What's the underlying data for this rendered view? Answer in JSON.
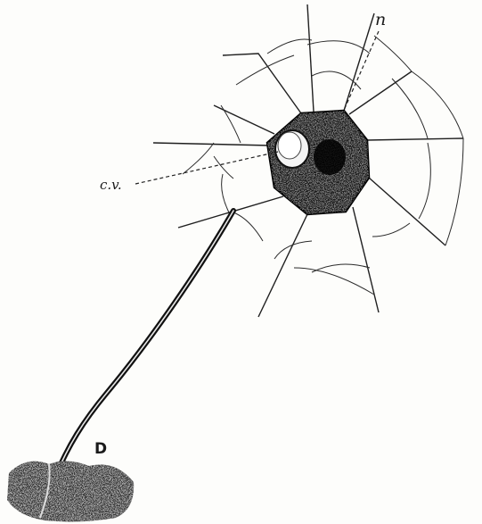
{
  "figure": {
    "labels": {
      "nucleus": "n",
      "contractile_vacuole": "c.v.",
      "base": "D"
    }
  }
}
